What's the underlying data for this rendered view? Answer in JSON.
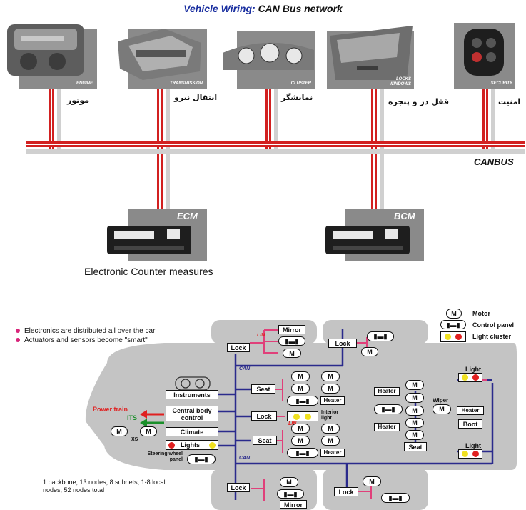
{
  "title": {
    "part1": "Vehicle Wiring:",
    "part2": "CAN Bus network"
  },
  "components": [
    {
      "tag": "ENGINE",
      "persian": "موتور"
    },
    {
      "tag": "TRANSMISSION",
      "persian": "انتقال نیرو"
    },
    {
      "tag": "CLUSTER",
      "persian": "نمایشگر"
    },
    {
      "tag": "LOCKS WINDOWS",
      "persian": "قفل در و پنجره"
    },
    {
      "tag": "SECURITY",
      "persian": "امنیت"
    }
  ],
  "canbus_label": "CANBUS",
  "modules": [
    "ECM",
    "BCM"
  ],
  "caption": "Electronic Counter measures",
  "bullets": [
    "Electronics are distributed all over the car",
    "Actuators and sensors become \"smart\""
  ],
  "legend": {
    "motor": "Motor",
    "control_panel": "Control panel",
    "light_cluster": "Light cluster"
  },
  "boxes": {
    "mirror": "Mirror",
    "lock": "Lock",
    "instruments": "Instruments",
    "seat": "Seat",
    "central": "Central body control",
    "climate": "Climate",
    "lights": "Lights",
    "heater": "Heater",
    "boot": "Boot",
    "light": "Light"
  },
  "labels": {
    "lin": "LIN",
    "can": "CAN",
    "power_train": "Power train",
    "its": "ITS",
    "xs": "XS",
    "interior_light": "Interior light",
    "wiper": "Wiper",
    "steering": "Steering wheel panel",
    "motor_symbol": "M"
  },
  "stats": "1 backbone, 13 nodes, 8 subnets, 1-8 local nodes, 52 nodes total",
  "colors": {
    "bus_red": "#d22020",
    "lin_pink": "#e0407a",
    "can_blue": "#2a2a8c",
    "car_gray": "#c4c4c4",
    "panel_gray": "#8a8a8a"
  }
}
